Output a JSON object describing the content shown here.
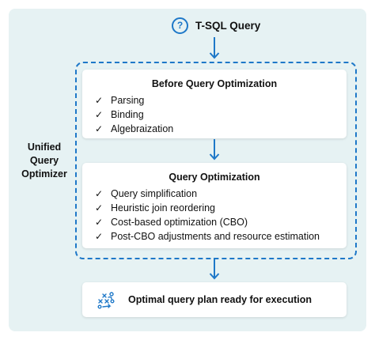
{
  "header": {
    "icon": "question-circle-icon",
    "title": "T-SQL Query"
  },
  "optimizer_label": "Unified Query Optimizer",
  "stages": [
    {
      "title": "Before Query Optimization",
      "items": [
        "Parsing",
        "Binding",
        "Algebraization"
      ]
    },
    {
      "title": "Query Optimization",
      "items": [
        "Query simplification",
        "Heuristic join reordering",
        "Cost-based optimization (CBO)",
        "Post-CBO adjustments and resource estimation"
      ]
    }
  ],
  "output": {
    "icon": "query-plan-icon",
    "label": "Optimal query plan ready for execution"
  },
  "colors": {
    "accent": "#1e78c8",
    "panel": "#e6f2f3",
    "card": "#ffffff"
  }
}
